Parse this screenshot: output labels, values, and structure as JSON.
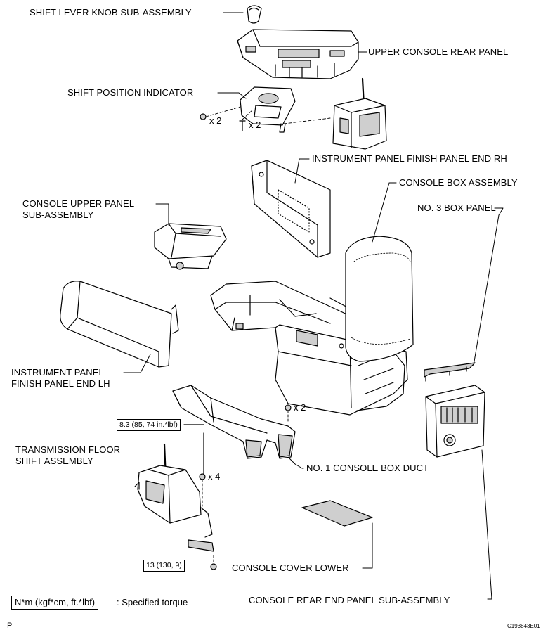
{
  "labels": {
    "knob": "SHIFT LEVER KNOB SUB-ASSEMBLY",
    "upper_rear_panel": "UPPER CONSOLE REAR PANEL",
    "shift_indicator": "SHIFT POSITION INDICATOR",
    "finish_end_rh": "INSTRUMENT PANEL FINISH PANEL END RH",
    "console_box": "CONSOLE BOX ASSEMBLY",
    "upper_panel_line1": "CONSOLE UPPER PANEL",
    "upper_panel_line2": "SUB-ASSEMBLY",
    "box_panel_3": "NO. 3 BOX PANEL",
    "finish_end_lh_line1": "INSTRUMENT PANEL",
    "finish_end_lh_line2": "FINISH PANEL END LH",
    "trans_line1": "TRANSMISSION FLOOR",
    "trans_line2": "SHIFT ASSEMBLY",
    "duct": "NO. 1 CONSOLE BOX DUCT",
    "cover_lower": "CONSOLE COVER LOWER",
    "rear_end_panel": "CONSOLE REAR END PANEL SUB-ASSEMBLY"
  },
  "quantities": {
    "indicator_screw": "x 2",
    "indicator_clip": "x 2",
    "duct_screw": "x 2",
    "trans_bolt": "x 4"
  },
  "torques": {
    "trans_bolt": "8.3 (85, 74 in.*lbf)",
    "trans_nut": "13 (130, 9)"
  },
  "legend": {
    "box": "N*m (kgf*cm, ft.*lbf)",
    "text": ": Specified torque"
  },
  "footer": {
    "left": "P",
    "right": "C193843E01"
  },
  "colors": {
    "line": "#000000",
    "shade": "#cfcfcf",
    "background": "#ffffff"
  }
}
